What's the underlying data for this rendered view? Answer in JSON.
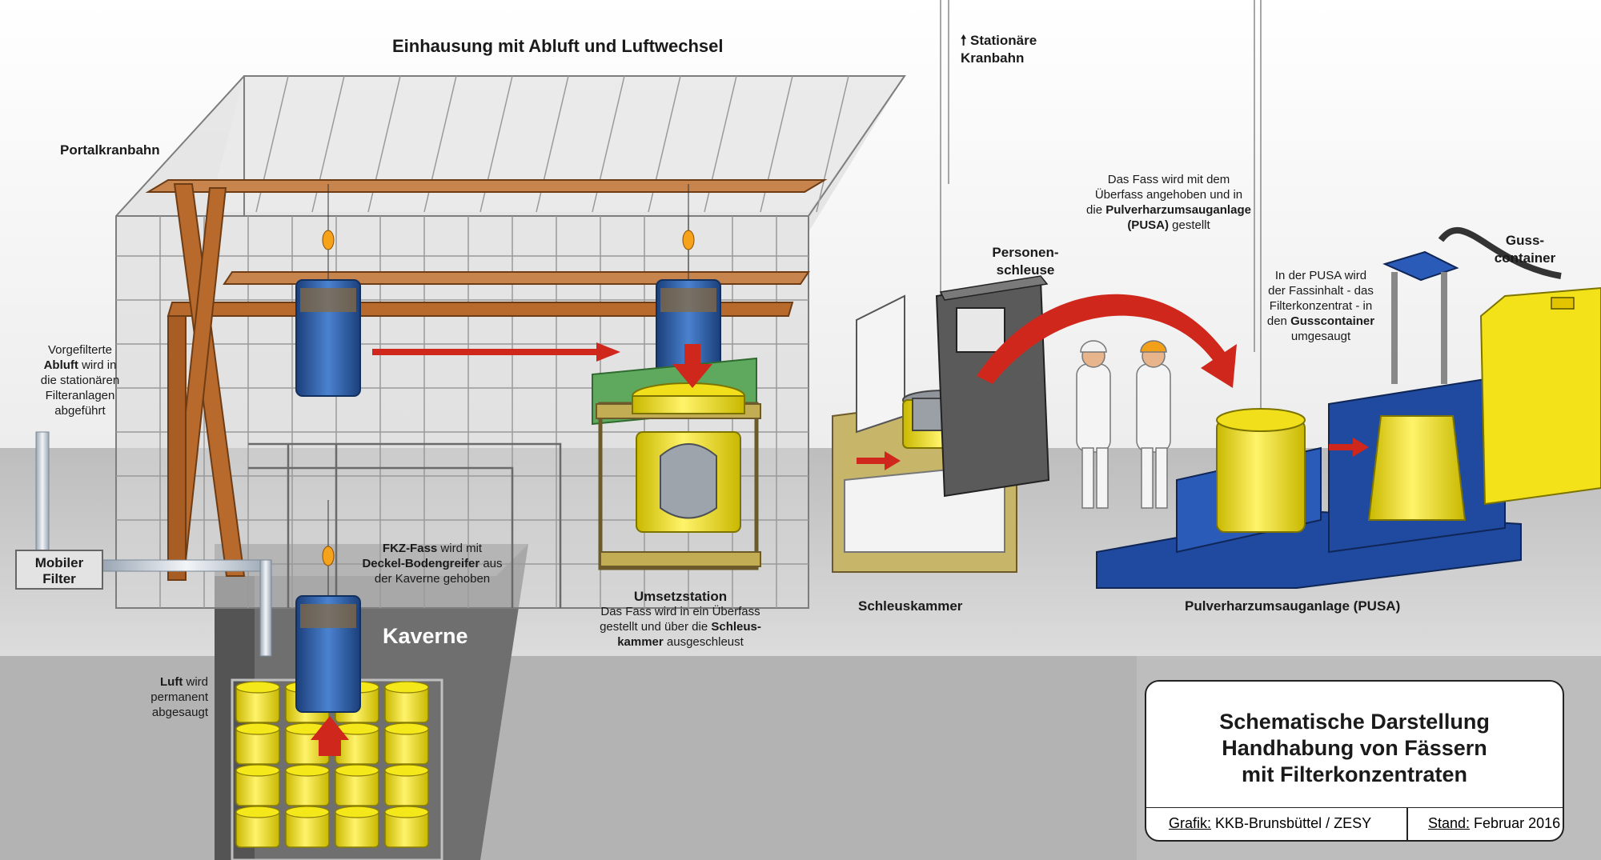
{
  "labels": {
    "enclosure_title": "Einhausung mit Abluft und Luftwechsel",
    "portal_crane": "Portalkranbahn",
    "stationary_crane": [
      "Stationäre",
      "Kranbahn"
    ],
    "prefiltered_exhaust": {
      "line1": "Vorgefilterte",
      "line2_bold": "Abluft",
      "line2_rest": " wird in",
      "line3": "die stationären",
      "line4": "Filteranlagen",
      "line5": "abgeführt"
    },
    "mobile_filter": [
      "Mobiler",
      "Filter"
    ],
    "fkz_fass": {
      "line1_bold": "FKZ-Fass",
      "line1_rest": " wird mit",
      "line2_bold": "Deckel-Bodengreifer",
      "line2_rest": " aus",
      "line3": "der Kaverne gehoben"
    },
    "cavern": "Kaverne",
    "air_extracted": {
      "line1_bold": "Luft",
      "line1_rest": " wird",
      "line2": "permanent",
      "line3": "abgesaugt"
    },
    "transfer_station": {
      "title": "Umsetzstation",
      "line1": "Das Fass wird in ein Überfass",
      "line2_start": "gestellt und über die ",
      "line2_bold": "Schleus-",
      "line3_bold": "kammer",
      "line3_rest": " ausgeschleust"
    },
    "lock_chamber": "Schleuskammer",
    "personnel_lock": [
      "Personen-",
      "schleuse"
    ],
    "drum_lifted": {
      "line1": "Das Fass wird mit dem",
      "line2": "Überfass angehoben und in",
      "line3_start": "die ",
      "line3_bold": "Pulverharzumsauganlage",
      "line4_bold": "(PUSA)",
      "line4_rest": " gestellt"
    },
    "pusa_content": {
      "line1": "In der PUSA wird",
      "line2": "der Fassinhalt - das",
      "line3": "Filterkonzentrat - in",
      "line4_start": "den ",
      "line4_bold": "Gusscontainer",
      "line5": "umgesaugt"
    },
    "cast_container": [
      "Guss-",
      "container"
    ],
    "pusa_name": "Pulverharzumsauganlage (PUSA)"
  },
  "title": {
    "line1": "Schematische Darstellung",
    "line2": "Handhabung von Fässern",
    "line3": "mit Filterkonzentraten"
  },
  "footer": {
    "grafik_label": "Grafik:",
    "grafik_value": " KKB-Brunsbüttel / ZESY",
    "stand_label": "Stand:",
    "stand_value": " Februar 2016"
  },
  "colors": {
    "drum_yellow": "#f5e81a",
    "drum_blue": "#2f5fa8",
    "pusa_blue": "#1f4aa0",
    "crane_orange": "#b8692c",
    "arrow_red": "#d0271d",
    "floor_gray": "#c9c9c9"
  }
}
